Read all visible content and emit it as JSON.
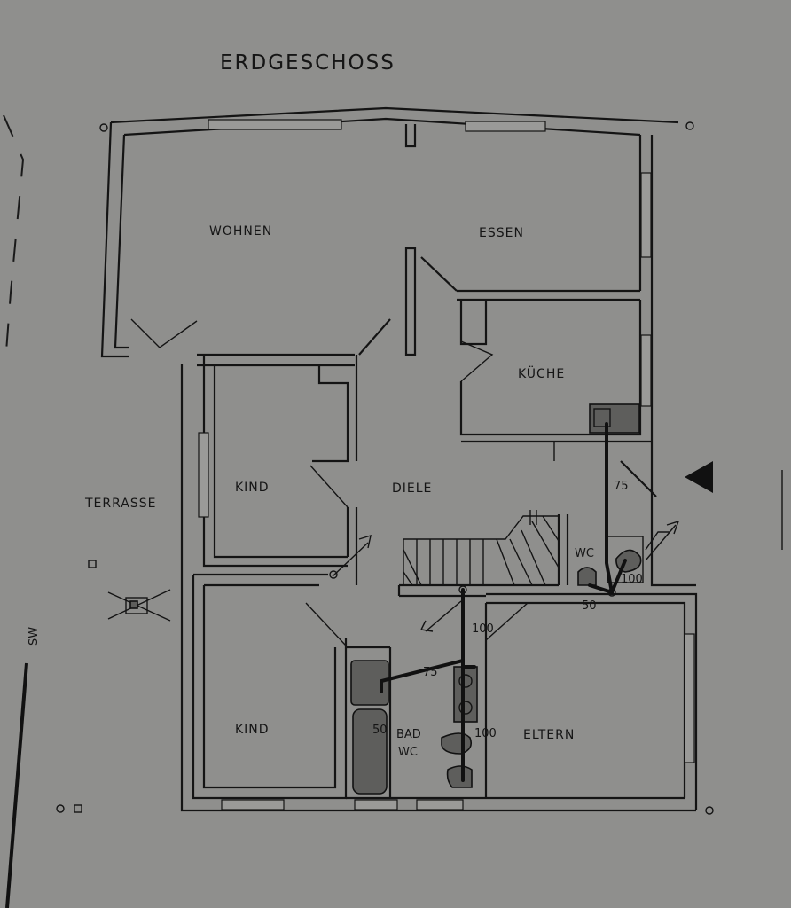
{
  "title": "ERDGESCHOSS",
  "rooms": {
    "wohnen": "WOHNEN",
    "essen": "ESSEN",
    "kueche": "KÜCHE",
    "kind_top": "KIND",
    "diele": "DIELE",
    "terrasse": "TERRASSE",
    "wc": "WC",
    "kind_bottom": "KIND",
    "bad": "BAD",
    "bad_wc": "WC",
    "eltern": "ELTERN"
  },
  "pipe_sizes": {
    "kueche_riser": "75",
    "wc_outlet": "100",
    "wc_drain": "50",
    "main_drain": "100",
    "bath_branch": "75",
    "bath_tub": "50",
    "bath_toilet": "100"
  },
  "orientation_label": "SW",
  "colors": {
    "paper": "#8f8f8d",
    "ink": "#141414",
    "fixture_fill": "#5e5e5c"
  }
}
